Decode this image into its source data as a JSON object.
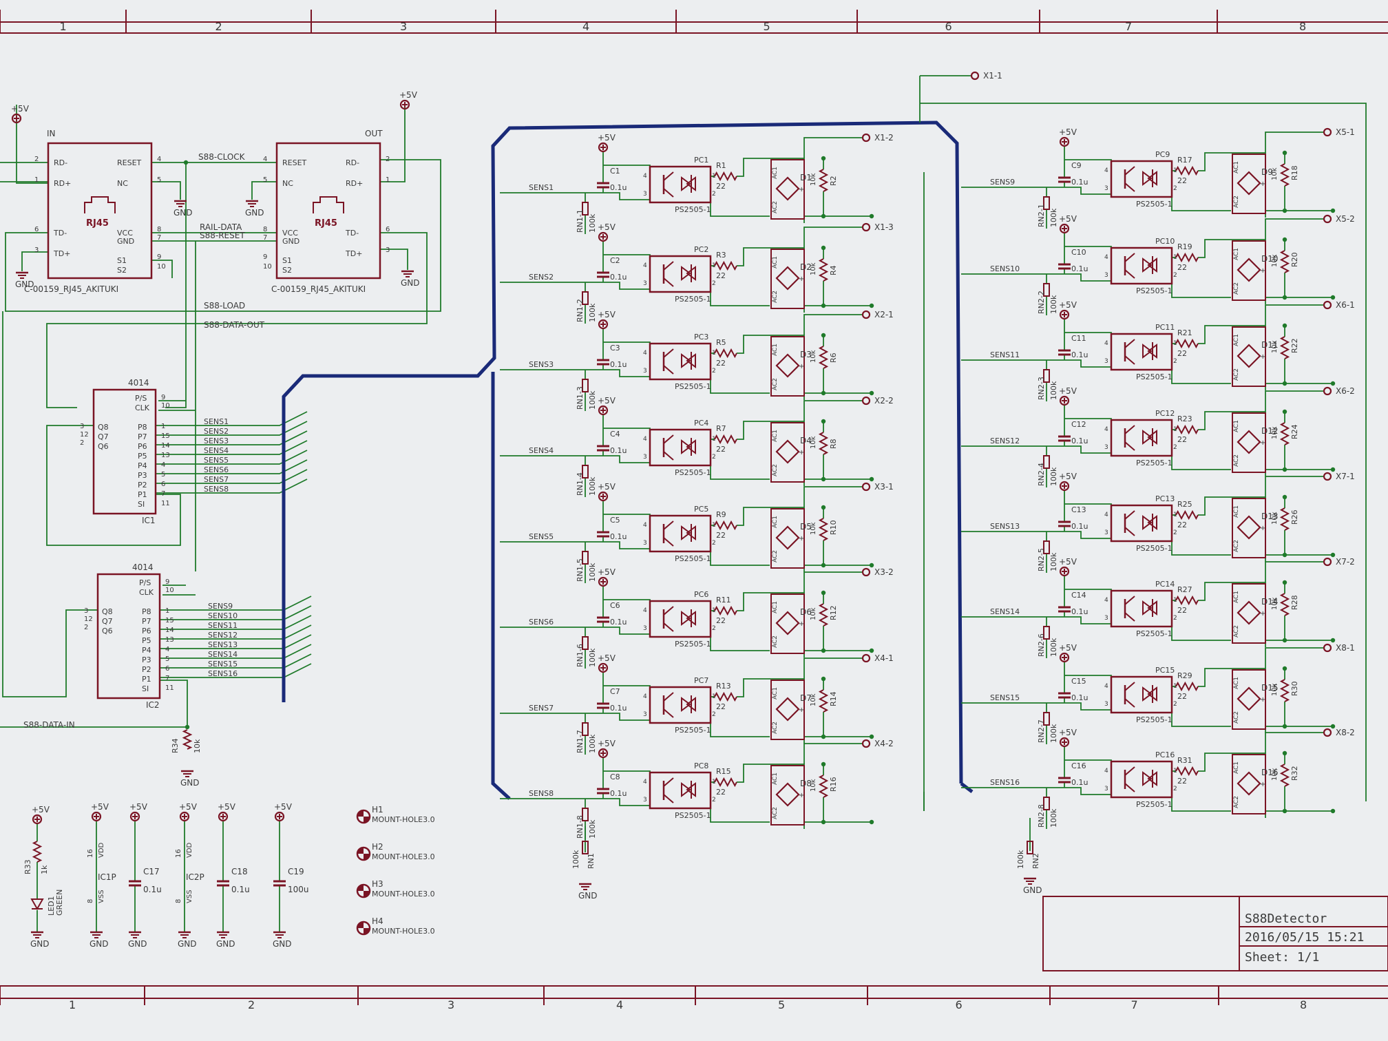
{
  "frame": {
    "top_zones": [
      "1",
      "2",
      "3",
      "4",
      "5",
      "6",
      "7",
      "8"
    ],
    "bottom_zones": [
      "1",
      "2",
      "3",
      "4",
      "5",
      "6",
      "7",
      "8"
    ]
  },
  "title_block": {
    "name": "S88Detector",
    "date": "2016/05/15 15:21",
    "sheet": "Sheet: 1/1"
  },
  "connectors": [
    {
      "side": "IN",
      "part": "C-00159_RJ45_AKITUKI",
      "value": "RJ45",
      "left_pins": [
        {
          "num": "2",
          "label": "RD-"
        },
        {
          "num": "1",
          "label": "RD+"
        },
        {
          "num": "6",
          "label": "TD-"
        },
        {
          "num": "3",
          "label": "TD+"
        }
      ],
      "right_pins": [
        {
          "num": "4",
          "label": "RESET"
        },
        {
          "num": "5",
          "label": "NC"
        },
        {
          "num": "8",
          "label": "VCC"
        },
        {
          "num": "7",
          "label": "GND"
        },
        {
          "num": "9",
          "label": "S1"
        },
        {
          "num": "10",
          "label": "S2"
        }
      ]
    },
    {
      "side": "OUT",
      "part": "C-00159_RJ45_AKITUKI",
      "value": "RJ45",
      "left_pins": [
        {
          "num": "4",
          "label": "RESET"
        },
        {
          "num": "5",
          "label": "NC"
        },
        {
          "num": "8",
          "label": "VCC"
        },
        {
          "num": "7",
          "label": "GND"
        },
        {
          "num": "9",
          "label": "S1"
        },
        {
          "num": "10",
          "label": "S2"
        }
      ],
      "right_pins": [
        {
          "num": "2",
          "label": "RD-"
        },
        {
          "num": "1",
          "label": "RD+"
        },
        {
          "num": "6",
          "label": "TD-"
        },
        {
          "num": "3",
          "label": "TD+"
        }
      ]
    }
  ],
  "bus_labels": [
    "S88-CLOCK",
    "RAIL-DATA",
    "S88-RESET",
    "S88-LOAD",
    "S88-DATA-OUT",
    "S88-DATA-IN"
  ],
  "shift_registers": [
    {
      "name": "IC1",
      "type": "4014",
      "outputs": [
        "Q8",
        "Q7",
        "Q6"
      ],
      "out_pins": [
        "3",
        "12",
        "2"
      ],
      "ctrl": [
        "P/S",
        "CLK"
      ],
      "ctrl_pins": [
        "9",
        "10"
      ],
      "inputs": [
        "P8",
        "P7",
        "P6",
        "P5",
        "P4",
        "P3",
        "P2",
        "P1",
        "SI"
      ],
      "in_pins": [
        "1",
        "15",
        "14",
        "13",
        "4",
        "5",
        "6",
        "7",
        "11"
      ],
      "nets": [
        "SENS1",
        "SENS2",
        "SENS3",
        "SENS4",
        "SENS5",
        "SENS6",
        "SENS7",
        "SENS8"
      ]
    },
    {
      "name": "IC2",
      "type": "4014",
      "outputs": [
        "Q8",
        "Q7",
        "Q6"
      ],
      "out_pins": [
        "3",
        "12",
        "2"
      ],
      "ctrl": [
        "P/S",
        "CLK"
      ],
      "ctrl_pins": [
        "9",
        "10"
      ],
      "inputs": [
        "P8",
        "P7",
        "P6",
        "P5",
        "P4",
        "P3",
        "P2",
        "P1",
        "SI"
      ],
      "in_pins": [
        "1",
        "15",
        "14",
        "13",
        "4",
        "5",
        "6",
        "7",
        "11"
      ],
      "nets": [
        "SENS9",
        "SENS10",
        "SENS11",
        "SENS12",
        "SENS13",
        "SENS14",
        "SENS15",
        "SENS16"
      ]
    }
  ],
  "channels": [
    {
      "sens": "SENS1",
      "pc": "PC1",
      "c": "C1",
      "r_a": "R1",
      "r_b": "R2",
      "d": "D1",
      "rn": "RN1-1",
      "out": "X1-2"
    },
    {
      "sens": "SENS2",
      "pc": "PC2",
      "c": "C2",
      "r_a": "R3",
      "r_b": "R4",
      "d": "D2",
      "rn": "RN1-2",
      "out": "X1-3"
    },
    {
      "sens": "SENS3",
      "pc": "PC3",
      "c": "C3",
      "r_a": "R5",
      "r_b": "R6",
      "d": "D3",
      "rn": "RN1-3",
      "out": "X2-1"
    },
    {
      "sens": "SENS4",
      "pc": "PC4",
      "c": "C4",
      "r_a": "R7",
      "r_b": "R8",
      "d": "D4",
      "rn": "RN1-4",
      "out": "X2-2"
    },
    {
      "sens": "SENS5",
      "pc": "PC5",
      "c": "C5",
      "r_a": "R9",
      "r_b": "R10",
      "d": "D5",
      "rn": "RN1-5",
      "out": "X3-1"
    },
    {
      "sens": "SENS6",
      "pc": "PC6",
      "c": "C6",
      "r_a": "R11",
      "r_b": "R12",
      "d": "D6",
      "rn": "RN1-6",
      "out": "X3-2"
    },
    {
      "sens": "SENS7",
      "pc": "PC7",
      "c": "C7",
      "r_a": "R13",
      "r_b": "R14",
      "d": "D7",
      "rn": "RN1-7",
      "out": "X4-1"
    },
    {
      "sens": "SENS8",
      "pc": "PC8",
      "c": "C8",
      "r_a": "R15",
      "r_b": "R16",
      "d": "D8",
      "rn": "RN1-8",
      "out": "X4-2"
    },
    {
      "sens": "SENS9",
      "pc": "PC9",
      "c": "C9",
      "r_a": "R17",
      "r_b": "R18",
      "d": "D9",
      "rn": "RN2-1",
      "out": "X5-1"
    },
    {
      "sens": "SENS10",
      "pc": "PC10",
      "c": "C10",
      "r_a": "R19",
      "r_b": "R20",
      "d": "D10",
      "rn": "RN2-2",
      "out": "X5-2"
    },
    {
      "sens": "SENS11",
      "pc": "PC11",
      "c": "C11",
      "r_a": "R21",
      "r_b": "R22",
      "d": "D11",
      "rn": "RN2-3",
      "out": "X6-1"
    },
    {
      "sens": "SENS12",
      "pc": "PC12",
      "c": "C12",
      "r_a": "R23",
      "r_b": "R24",
      "d": "D12",
      "rn": "RN2-4",
      "out": "X6-2"
    },
    {
      "sens": "SENS13",
      "pc": "PC13",
      "c": "C13",
      "r_a": "R25",
      "r_b": "R26",
      "d": "D13",
      "rn": "RN2-5",
      "out": "X7-1"
    },
    {
      "sens": "SENS14",
      "pc": "PC14",
      "c": "C14",
      "r_a": "R27",
      "r_b": "R28",
      "d": "D14",
      "rn": "RN2-6",
      "out": "X7-2"
    },
    {
      "sens": "SENS15",
      "pc": "PC15",
      "c": "C15",
      "r_a": "R29",
      "r_b": "R30",
      "d": "D15",
      "rn": "RN2-7",
      "out": "X8-1"
    },
    {
      "sens": "SENS16",
      "pc": "PC16",
      "c": "C16",
      "r_a": "R31",
      "r_b": "R32",
      "d": "D16",
      "rn": "RN2-8",
      "out": "X8-2"
    }
  ],
  "channel_common": {
    "supply": "+5V",
    "cap_value": "0.1u",
    "r_a_value": "22",
    "r_b_value": "10k",
    "rn_value": "100k",
    "pc_part": "PS2505-1",
    "ac1": "AC1",
    "ac2": "AC2",
    "plus": "+"
  },
  "common_net": "X1-1",
  "rn_commons": [
    {
      "name": "RN1",
      "value": "100k"
    },
    {
      "name": "RN2",
      "value": "100k"
    }
  ],
  "misc": {
    "gnd": "GND",
    "vcc": "+5V",
    "r34": {
      "name": "R34",
      "value": "10k"
    },
    "led": {
      "r": "R33",
      "r_value": "1k",
      "d": "LED1",
      "color": "GREEN"
    },
    "ic_power": [
      {
        "name": "IC1P",
        "vdd": "VDD",
        "vss": "VSS",
        "vdd_pin": "16",
        "vss_pin": "8"
      },
      {
        "name": "IC2P",
        "vdd": "VDD",
        "vss": "VSS",
        "vdd_pin": "16",
        "vss_pin": "8"
      }
    ],
    "caps": [
      {
        "name": "C17",
        "value": "0.1u"
      },
      {
        "name": "C18",
        "value": "0.1u"
      },
      {
        "name": "C19",
        "value": "100u"
      }
    ],
    "holes": [
      {
        "name": "H1",
        "value": "MOUNT-HOLE3.0"
      },
      {
        "name": "H2",
        "value": "MOUNT-HOLE3.0"
      },
      {
        "name": "H3",
        "value": "MOUNT-HOLE3.0"
      },
      {
        "name": "H4",
        "value": "MOUNT-HOLE3.0"
      }
    ]
  },
  "colors": {
    "wire": "#1f7a2a",
    "part": "#7a1424",
    "text": "#3a3a3a",
    "bus": "#1a2a78",
    "frame": "#7a1424",
    "bg": "#eceef0"
  }
}
